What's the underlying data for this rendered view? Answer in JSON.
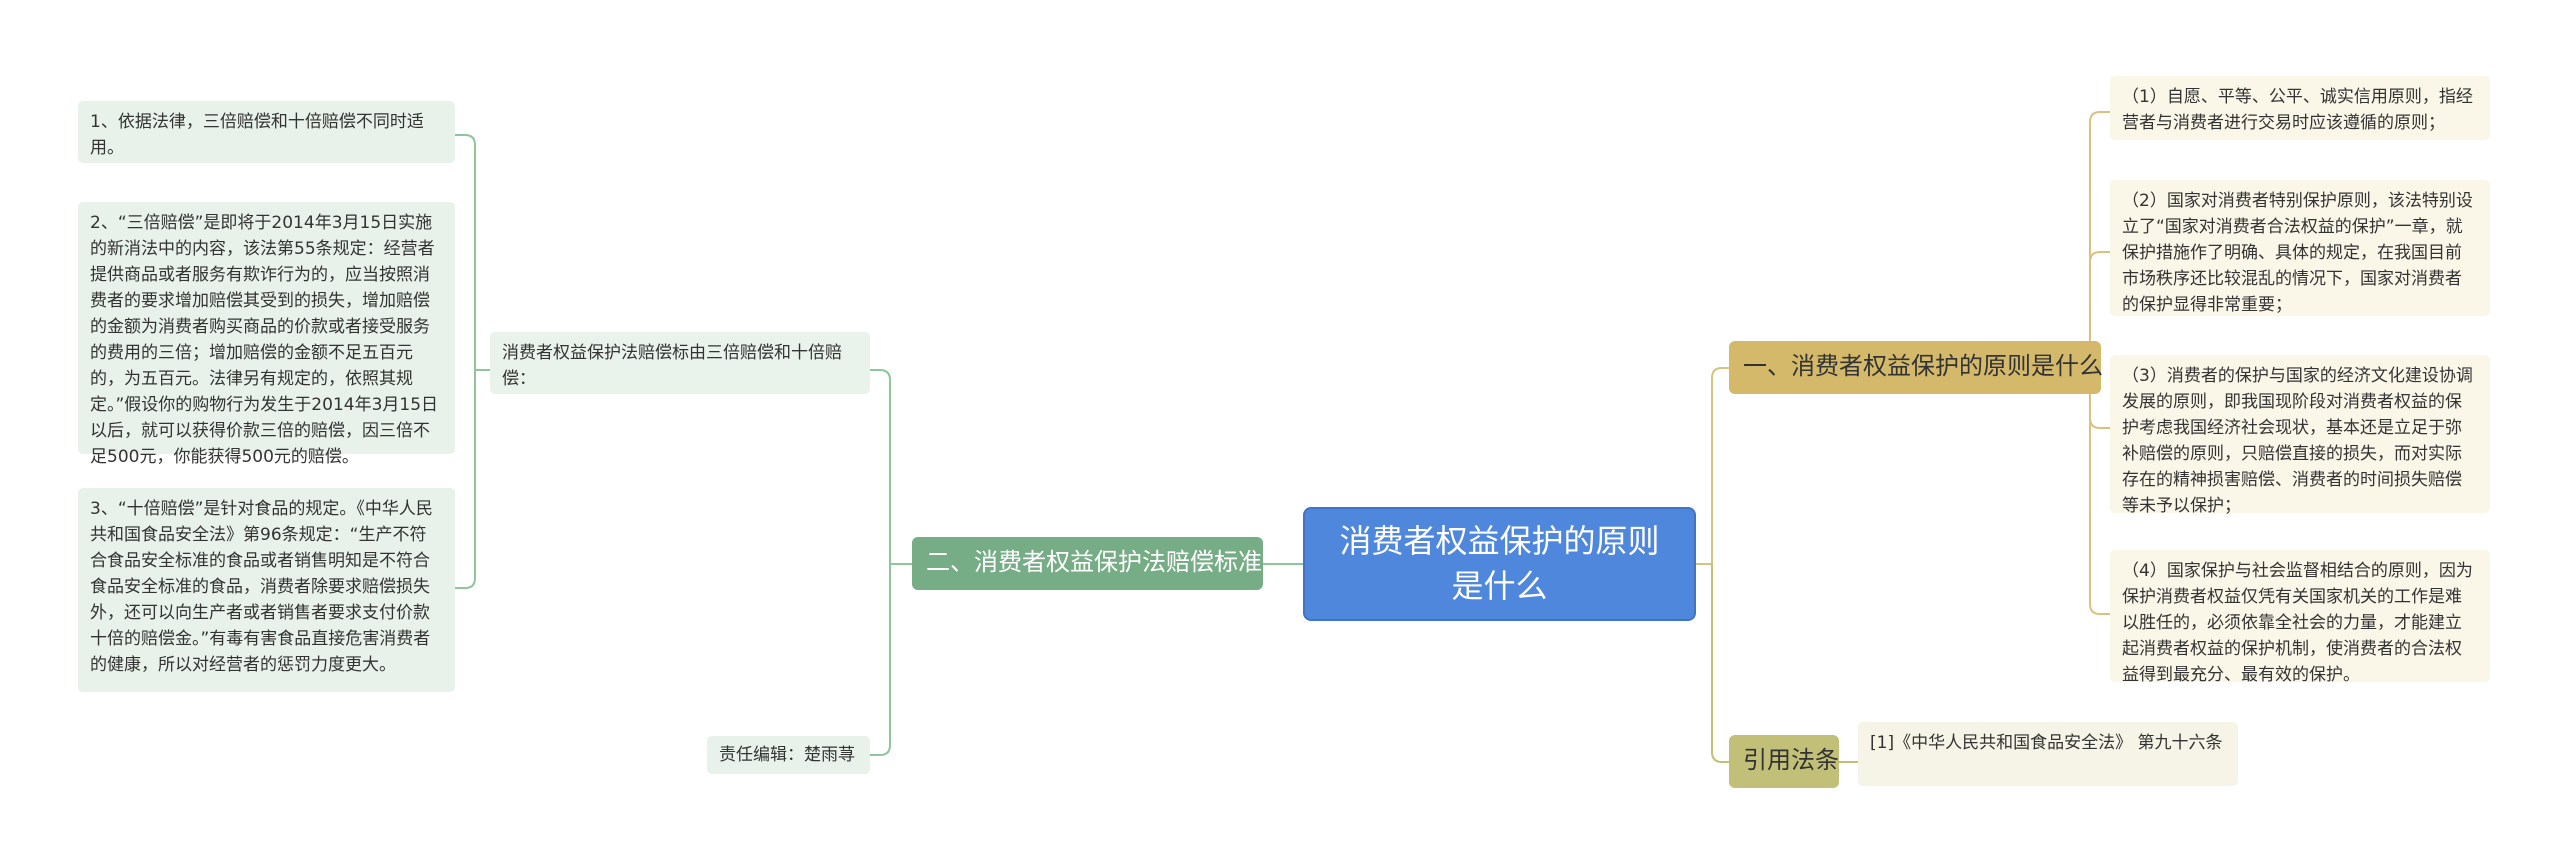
{
  "root": {
    "title": "消费者权益保护的原则是什么"
  },
  "left_branch": {
    "label": "二、消费者权益保护法赔偿标准",
    "middle_node": "消费者权益保护法赔偿标由三倍赔偿和十倍赔偿：",
    "items": [
      "1、依据法律，三倍赔偿和十倍赔偿不同时适用。",
      "2、“三倍赔偿”是即将于2014年3月15日实施的新消法中的内容，该法第55条规定：经营者提供商品或者服务有欺诈行为的，应当按照消费者的要求增加赔偿其受到的损失，增加赔偿的金额为消费者购买商品的价款或者接受服务的费用的三倍；增加赔偿的金额不足五百元的，为五百元。法律另有规定的，依照其规定。”假设你的购物行为发生于2014年3月15日以后，就可以获得价款三倍的赔偿，因三倍不足500元，你能获得500元的赔偿。",
      "3、“十倍赔偿”是针对食品的规定。《中华人民共和国食品安全法》第96条规定：“生产不符合食品安全标准的食品或者销售明知是不符合食品安全标准的食品，消费者除要求赔偿损失外，还可以向生产者或者销售者要求支付价款十倍的赔偿金。”有毒有害食品直接危害消费者的健康，所以对经营者的惩罚力度更大。"
    ],
    "editor": "责任编辑：楚雨荨"
  },
  "right_branch_1": {
    "label": "一、消费者权益保护的原则是什么",
    "items": [
      "（1）自愿、平等、公平、诚实信用原则，指经营者与消费者进行交易时应该遵循的原则；",
      "（2）国家对消费者特别保护原则，该法特别设立了“国家对消费者合法权益的保护”一章，就保护措施作了明确、具体的规定，在我国目前市场秩序还比较混乱的情况下，国家对消费者的保护显得非常重要；",
      "（3）消费者的保护与国家的经济文化建设协调发展的原则，即我国现阶段对消费者权益的保护考虑我国经济社会现状，基本还是立足于弥补赔偿的原则，只赔偿直接的损失，而对实际存在的精神损害赔偿、消费者的时间损失赔偿等未予以保护；",
      "（4）国家保护与社会监督相结合的原则，因为保护消费者权益仅凭有关国家机关的工作是难以胜任的，必须依靠全社会的力量，才能建立起消费者权益的保护机制，使消费者的合法权益得到最充分、最有效的保护。"
    ]
  },
  "right_branch_2": {
    "label": "引用法条",
    "items": [
      "[1]《中华人民共和国食品安全法》 第九十六条"
    ]
  },
  "colors": {
    "root": "#4e87dc",
    "left_branch": "#77ad86",
    "right_branch_1": "#d4b96b",
    "right_branch_2": "#c1bf78",
    "left_line": "#8fc49c",
    "right_line": "#d9c27f"
  }
}
